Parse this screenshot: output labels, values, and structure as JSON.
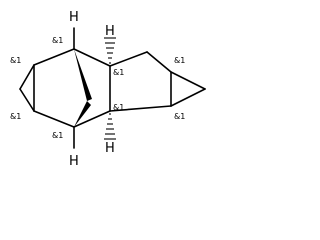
{
  "atom_symbols": {
    "hydrogen": "H"
  },
  "stereo_descriptors": {
    "bridgehead_top": "&1",
    "ring_fusion_top": "&1",
    "cyclopropane_left_top": "&1",
    "cyclopropane_left_bottom": "&1",
    "bridgehead_bottom": "&1",
    "ring_fusion_bottom": "&1",
    "cyclopropane_right_top": "&1",
    "cyclopropane_right_bottom": "&1"
  },
  "colors": {
    "bond": "#000000",
    "background": "#ffffff"
  }
}
